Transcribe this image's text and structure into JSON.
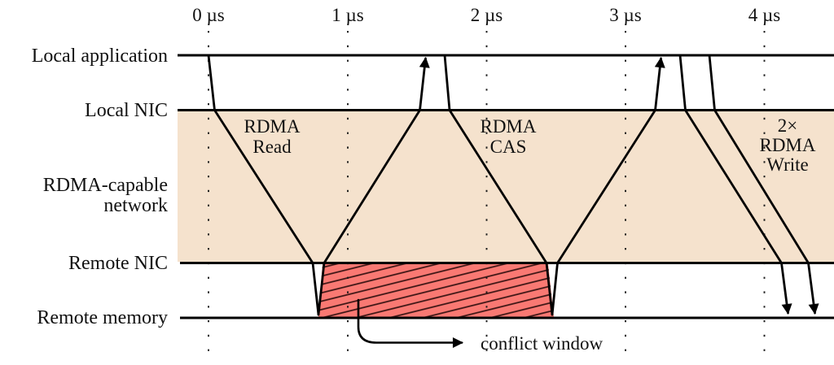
{
  "figure_title": "RDMA operation timing diagram",
  "timeline": {
    "unit": "µs",
    "ticks": [
      {
        "label": "0 µs",
        "value": 0
      },
      {
        "label": "1 µs",
        "value": 1
      },
      {
        "label": "2 µs",
        "value": 2
      },
      {
        "label": "3 µs",
        "value": 3
      },
      {
        "label": "4 µs",
        "value": 4
      }
    ]
  },
  "lanes": [
    {
      "label": "Local application"
    },
    {
      "label": "Local NIC"
    },
    {
      "label": "RDMA-capable network",
      "line1": "RDMA-capable",
      "line2": "network"
    },
    {
      "label": "Remote NIC"
    },
    {
      "label": "Remote memory"
    }
  ],
  "operations": [
    {
      "name": "RDMA Read",
      "line1": "RDMA",
      "line2": "Read"
    },
    {
      "name": "RDMA CAS",
      "line1": "RDMA",
      "line2": "CAS"
    },
    {
      "name": "2× RDMA Write",
      "line1": "2×",
      "line2": "RDMA",
      "line3": "Write"
    }
  ],
  "annotation": {
    "label": "conflict window"
  },
  "colors": {
    "network_band": "#f5e2cd",
    "conflict_fill": "#f97973",
    "hatch_line": "#3a1413",
    "line": "#000000",
    "gridline": "#1a1a1a",
    "text": "#111111"
  }
}
